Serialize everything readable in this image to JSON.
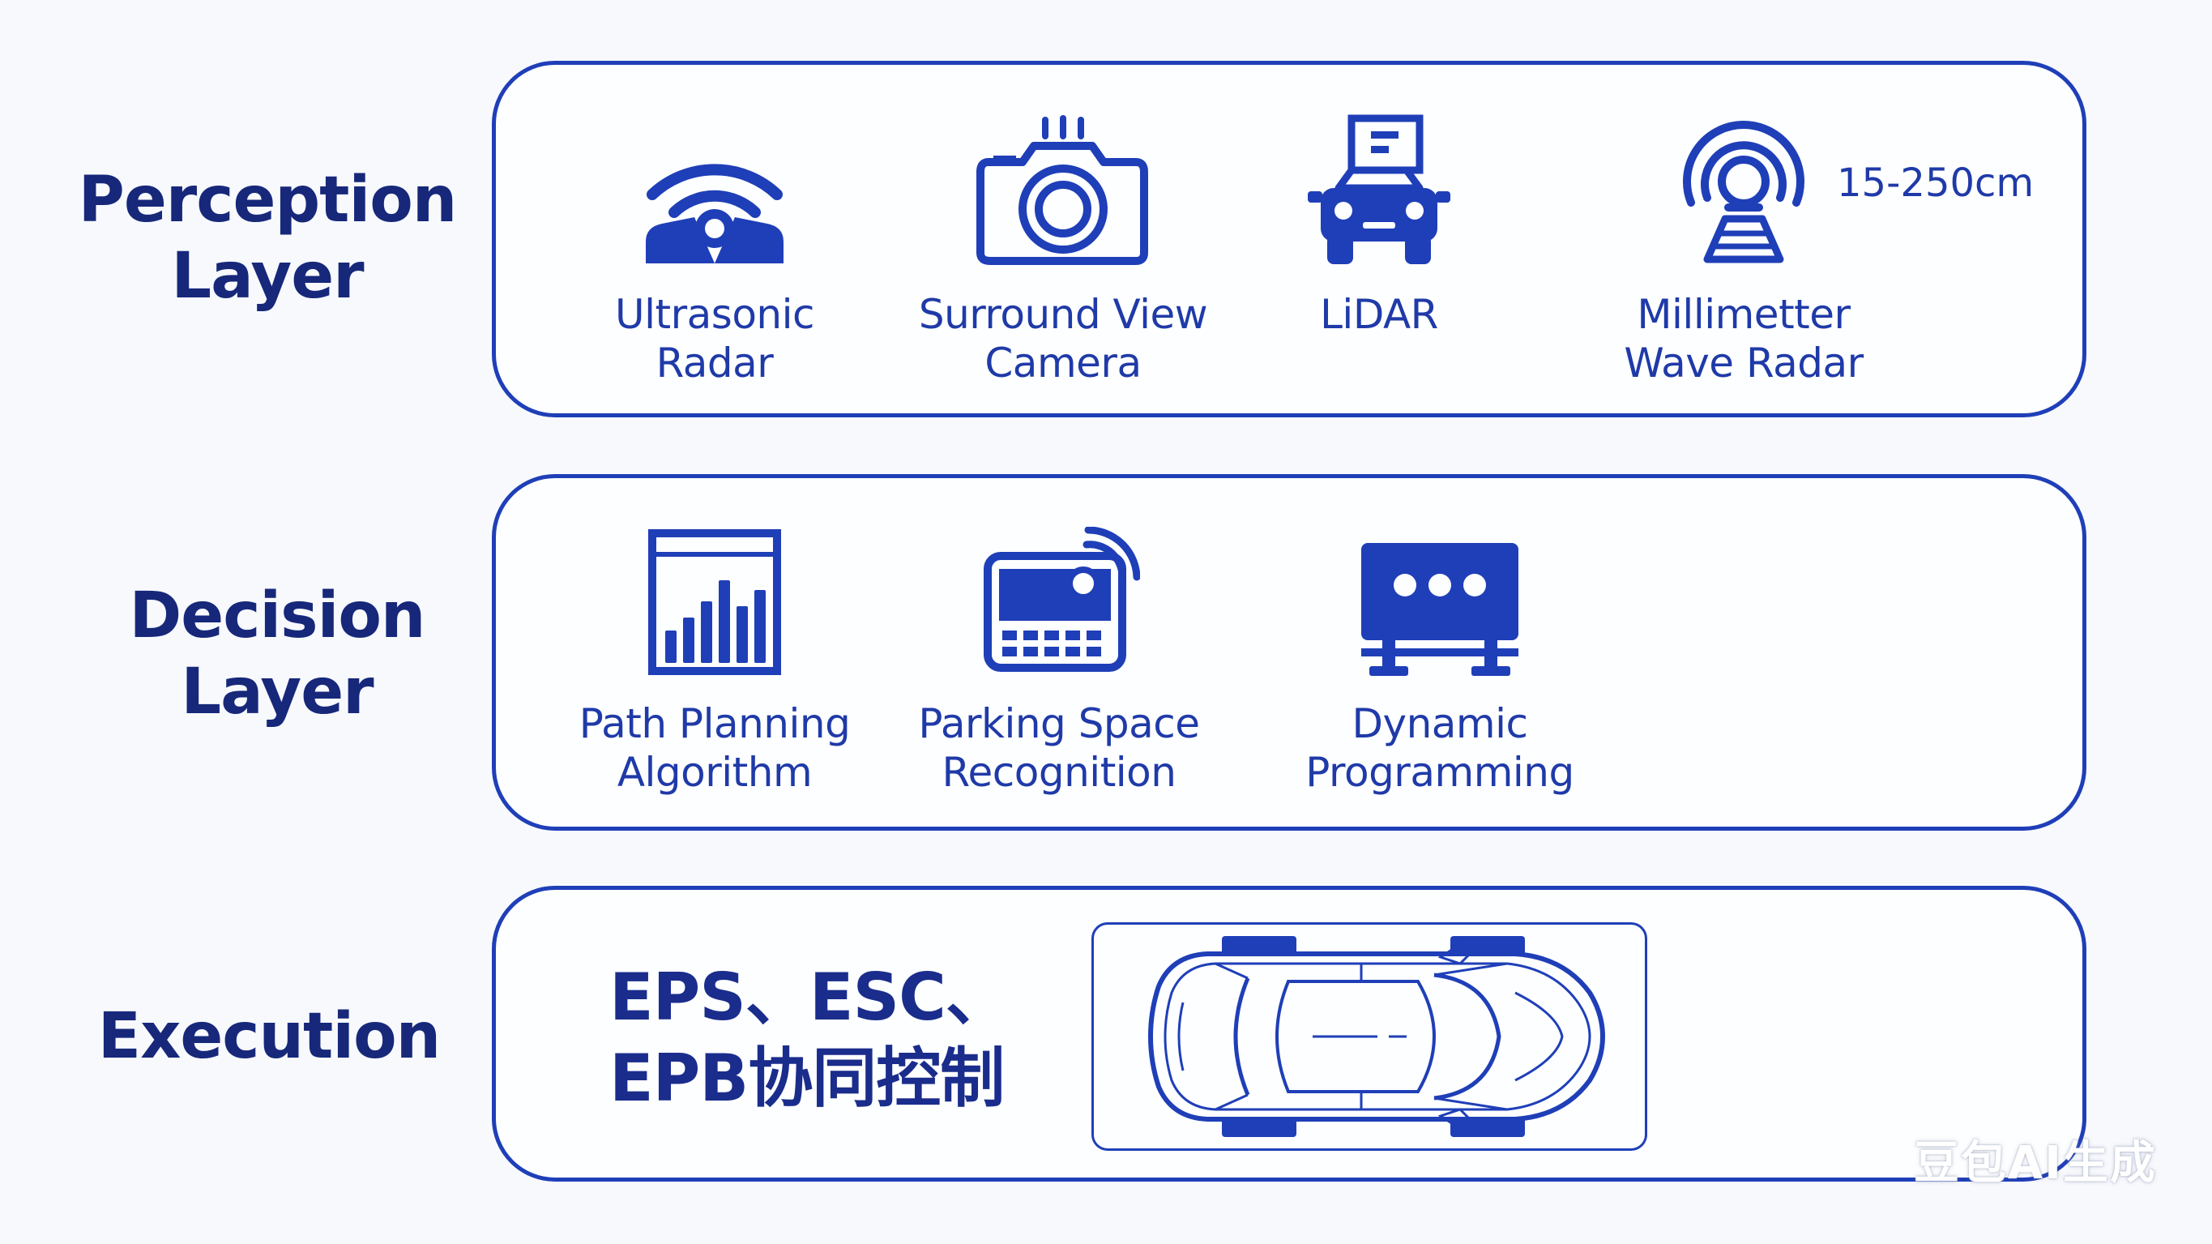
{
  "colors": {
    "primary": "#1f3fb8",
    "title": "#17287a",
    "background": "#f7f9fd"
  },
  "layers": [
    {
      "title_lines": [
        "Perception",
        "Layer"
      ],
      "items": [
        {
          "icon": "ultrasonic-radar-icon",
          "label_lines": [
            "Ultrasonic",
            "Radar"
          ]
        },
        {
          "icon": "camera-icon",
          "label_lines": [
            "Surround View",
            "Camera"
          ]
        },
        {
          "icon": "lidar-car-icon",
          "label_lines": [
            "LiDAR"
          ]
        },
        {
          "icon": "mmwave-radar-icon",
          "label_lines": [
            "Millimetter",
            "Wave Radar"
          ],
          "note": "15-250cm"
        }
      ]
    },
    {
      "title_lines": [
        "Decision",
        "Layer"
      ],
      "items": [
        {
          "icon": "bar-chart-icon",
          "label_lines": [
            "Path Planning",
            "Algorithm"
          ]
        },
        {
          "icon": "parking-screen-icon",
          "label_lines": [
            "Parking Space",
            "Recognition"
          ]
        },
        {
          "icon": "processor-unit-icon",
          "label_lines": [
            "Dynamic",
            "Programming"
          ]
        }
      ]
    },
    {
      "title_lines": [
        "Execution"
      ],
      "control_lines": [
        "EPS、ESC、",
        "EPB协同控制"
      ],
      "image_icon": "car-top-view-icon"
    }
  ],
  "watermark": "豆包AI生成"
}
